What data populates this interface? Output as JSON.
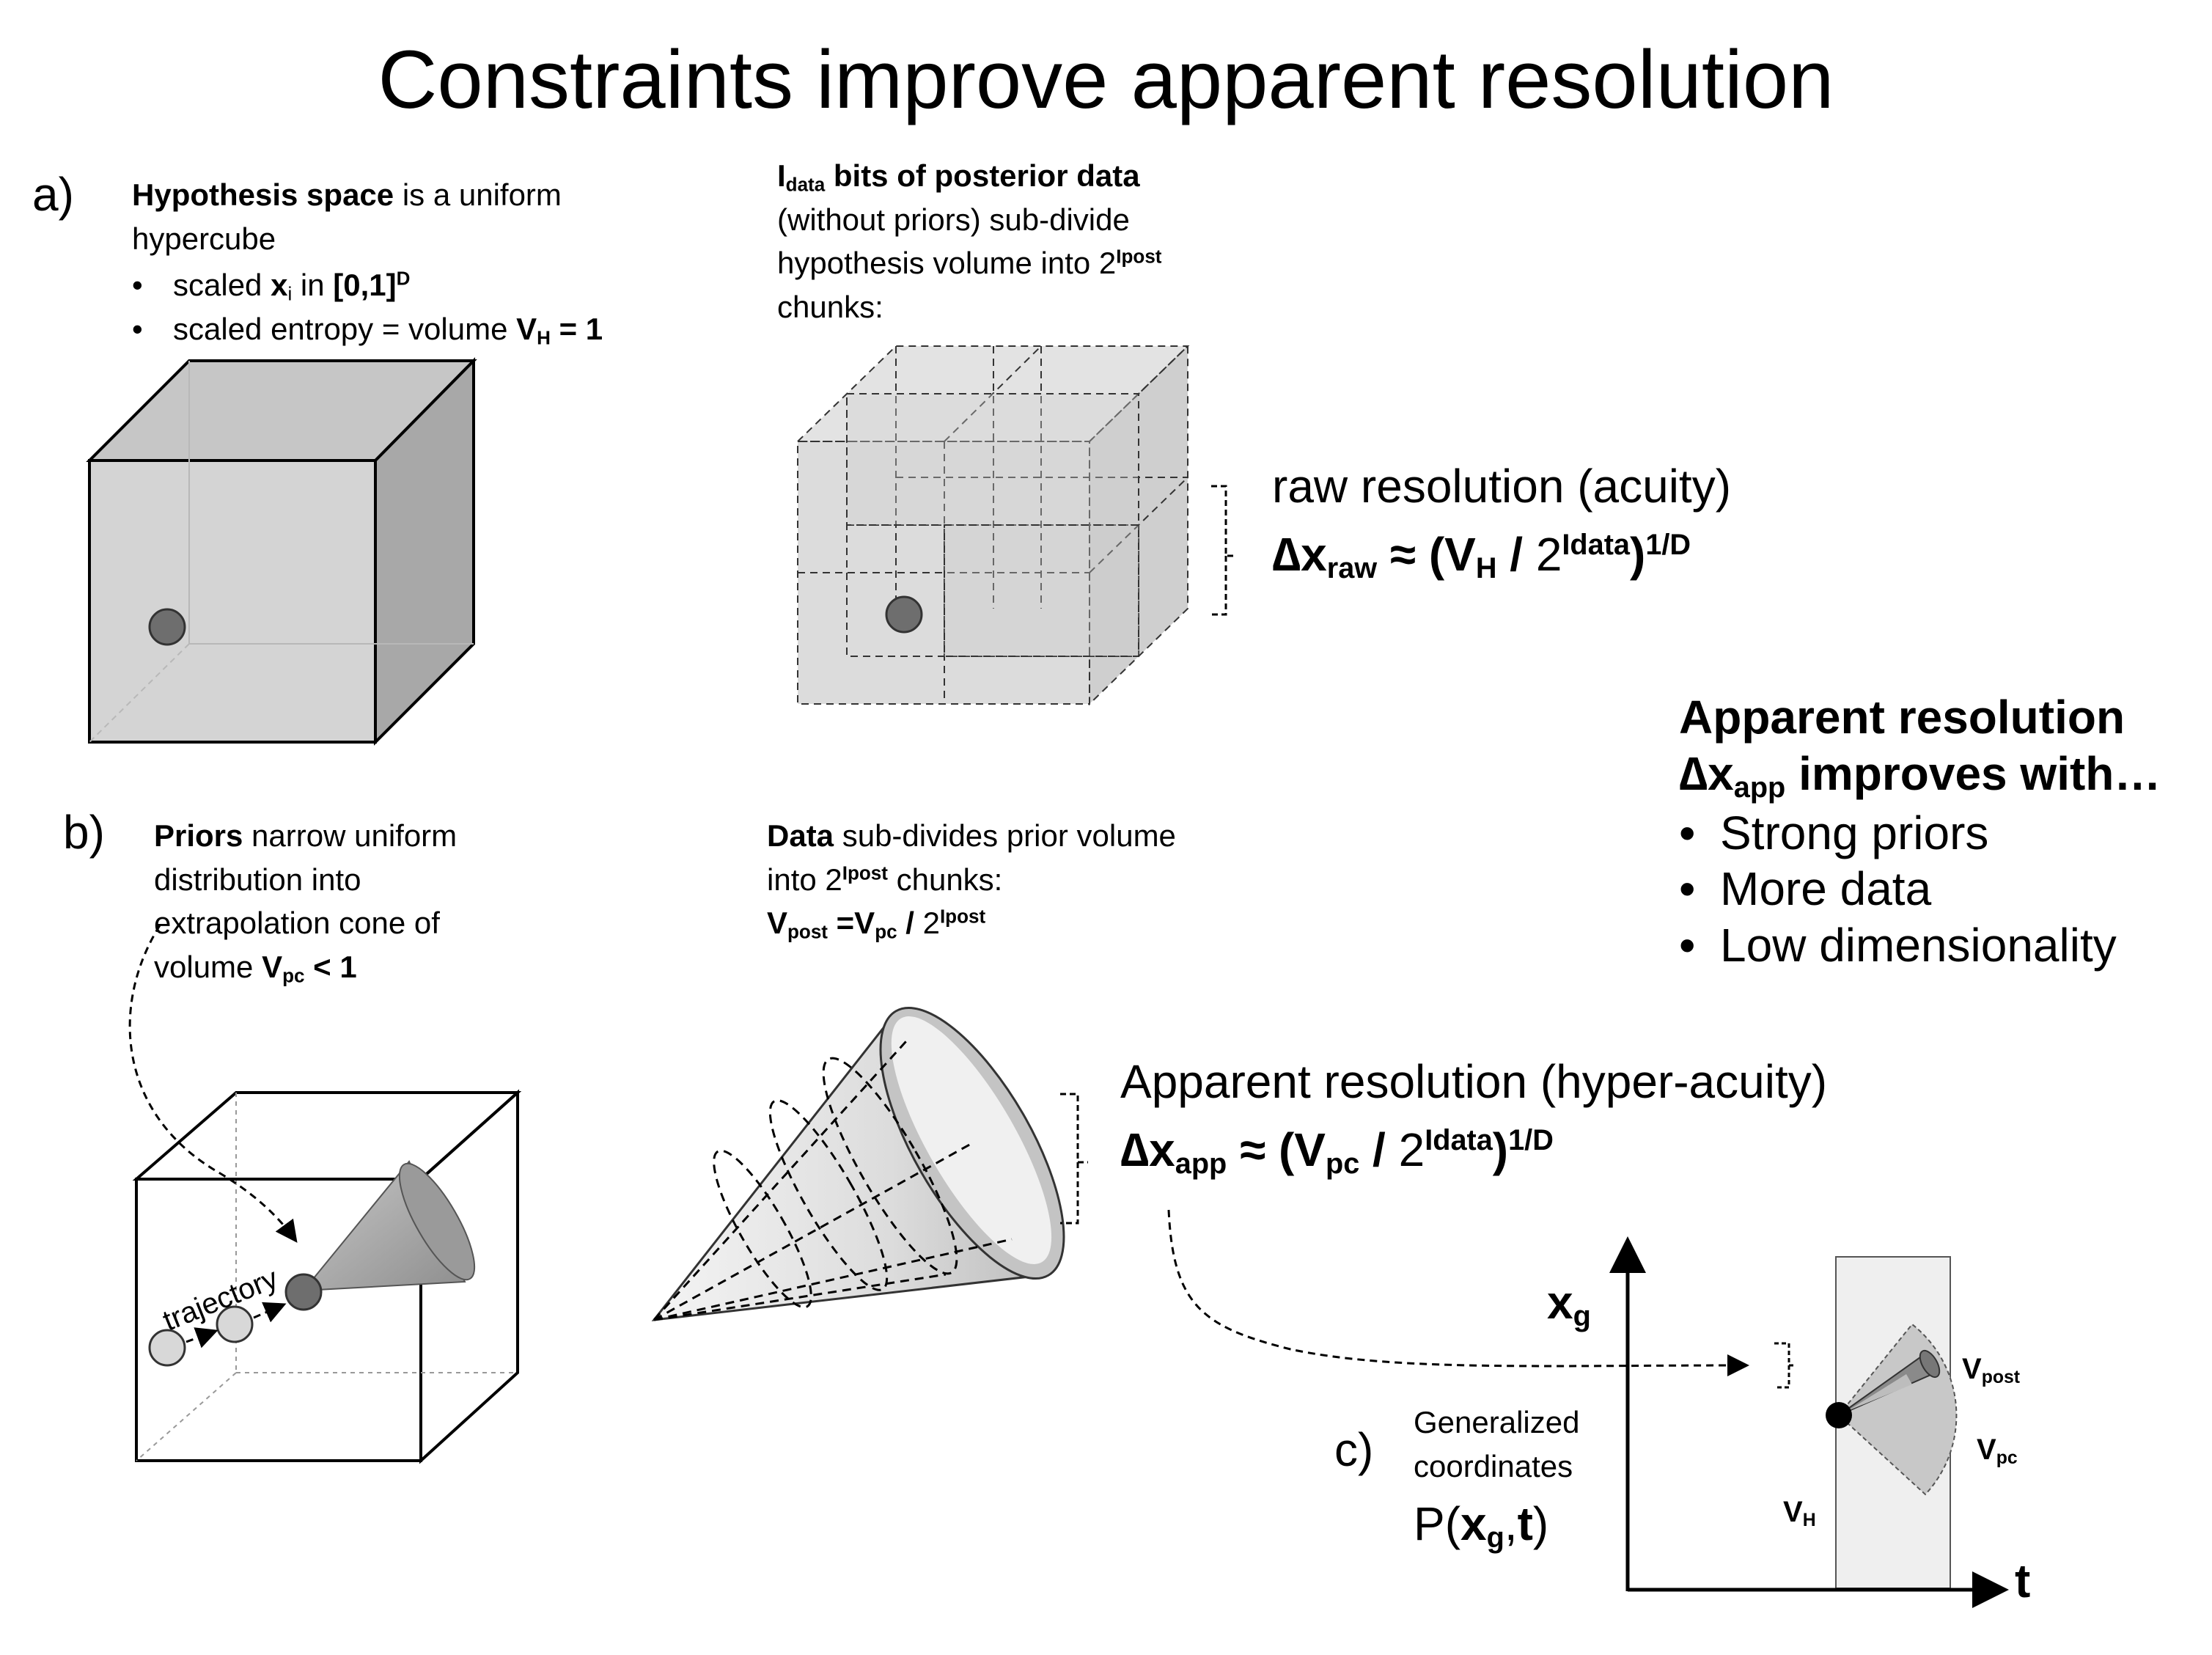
{
  "title": "Constraints improve apparent resolution",
  "panel_a": {
    "label": "a)",
    "hypothesis_bold": "Hypothesis space",
    "hypothesis_rest": " is a uniform hypercube",
    "bullet1_pre": "scaled ",
    "bullet1_x": "x",
    "bullet1_sub": "i",
    "bullet1_mid": " in ",
    "bullet1_range": "[0,1]",
    "bullet1_sup": "D",
    "bullet2_pre": "scaled entropy  = volume ",
    "bullet2_v": "V",
    "bullet2_sub": "H",
    "bullet2_post": " = 1",
    "idata_i": "I",
    "idata_sub": "data",
    "idata_bold": " bits of posterior data",
    "idata_rest1": "(without priors) sub-divide",
    "idata_rest2": "hypothesis volume into 2",
    "idata_sup": "Ipost",
    "idata_rest3": "chunks:",
    "raw_title": "raw resolution (acuity)",
    "raw_dx": "∆x",
    "raw_sub": "raw",
    "raw_eq1": " ≈ (V",
    "raw_sub2": "H",
    "raw_eq2": " / ",
    "raw_two": "2",
    "raw_sup": "Idata",
    "raw_eq3": ")",
    "raw_sup2": "1/D"
  },
  "panel_b": {
    "label": "b)",
    "priors_bold": "Priors",
    "priors_rest1": " narrow uniform",
    "priors_rest2": "distribution into",
    "priors_rest3": "extrapolation cone of",
    "priors_rest4": "volume   ",
    "priors_v": "V",
    "priors_sub": "pc",
    "priors_post": " < 1",
    "trajectory": "trajectory",
    "data_bold": "Data",
    "data_rest1": " sub-divides  prior volume",
    "data_rest2": "into 2",
    "data_sup": "Ipost",
    "data_rest3": " chunks:",
    "vpost_v": "V",
    "vpost_sub": "post",
    "vpost_eq": " =V",
    "vpost_sub2": "pc",
    "vpost_div": " / ",
    "vpost_two": "2",
    "vpost_sup": "Ipost",
    "app_title": "Apparent resolution (hyper-acuity)",
    "app_dx": "∆x",
    "app_sub": "app",
    "app_eq1": " ≈  (V",
    "app_sub2": "pc",
    "app_eq2": " / ",
    "app_two": "2",
    "app_sup": "Idata",
    "app_eq3": ")",
    "app_sup2": "1/D"
  },
  "summary": {
    "line1": "Apparent resolution",
    "dx": "∆x",
    "sub": "app",
    "line2_rest": " improves with…",
    "items": [
      "Strong priors",
      "More data",
      "Low dimensionality"
    ]
  },
  "panel_c": {
    "label": "c)",
    "desc1": "Generalized",
    "desc2": "coordinates",
    "p_pre": "P(",
    "p_x": "x",
    "p_sub": "g",
    "p_comma": ",",
    "p_t": "t",
    "p_close": ")",
    "axis_y": "x",
    "axis_y_sub": "g",
    "axis_x": "t",
    "vpost_v": "V",
    "vpost_sub": "post",
    "vpc_v": "V",
    "vpc_sub": "pc",
    "vh_v": "V",
    "vh_sub": "H"
  },
  "colors": {
    "cube_front": "#d4d4d4",
    "cube_right": "#a8a8a8",
    "cube_top": "#c6c6c6",
    "dot": "#6e6e6e",
    "band": "#efefef"
  }
}
